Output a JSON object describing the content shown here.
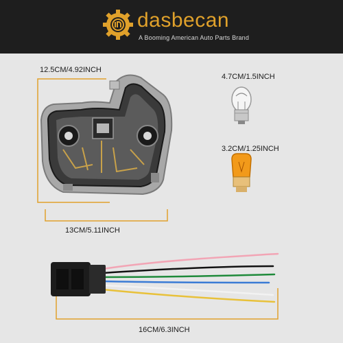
{
  "brand": {
    "name": "dasbecan",
    "tagline": "A Booming American Auto Parts Brand",
    "accent_color": "#e0a12b",
    "icon": "gear-logo-icon"
  },
  "dimensions": {
    "holder_height": "12.5CM/4.92INCH",
    "holder_width": "13CM/5.11INCH",
    "bulb_clear": "4.7CM/1.5INCH",
    "bulb_amber": "3.2CM/1.25INCH",
    "harness_length": "16CM/6.3INCH"
  },
  "colors": {
    "measure_line": "#e0a12b",
    "background": "#e6e6e6",
    "header": "#1e1e1e"
  }
}
